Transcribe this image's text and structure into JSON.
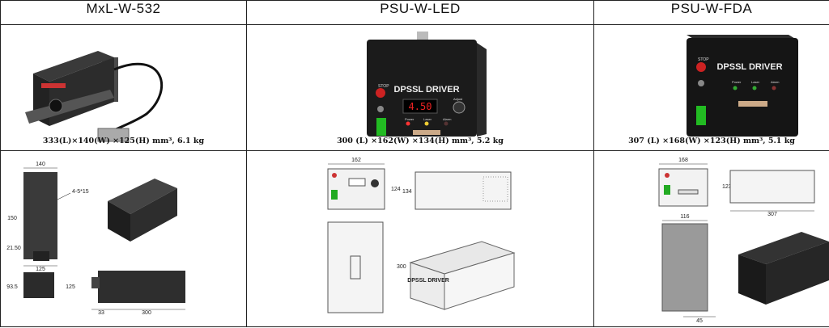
{
  "columns": [
    {
      "model": "MxL-W-532",
      "caption": "333(L)×140(W) ×125(H) mm³, 6.1 kg",
      "dims": {
        "width": "140",
        "hole": "4-5*15",
        "h150": "150",
        "h21": "21.50",
        "base": "125",
        "h93": "93.5",
        "h125": "125",
        "l33": "33",
        "l300": "300"
      }
    },
    {
      "model": "PSU-W-LED",
      "caption": "300 (L) ×162(W) ×134(H) mm³, 5.2 kg",
      "panel_label": "DPSSL DRIVER",
      "display_value": "4.50",
      "stop_label": "STOP",
      "adjust_label": "Adjust",
      "indicators": [
        "Power",
        "Laser",
        "Alarm"
      ],
      "dims": {
        "w162": "162",
        "h124": "124",
        "h134": "134",
        "l300": "300"
      }
    },
    {
      "model": "PSU-W-FDA",
      "caption": "307 (L) ×168(W) ×123(H) mm³, 5.1 kg",
      "panel_label": "DPSSL DRIVER",
      "stop_label": "STOP",
      "indicators": [
        "Power",
        "Laser",
        "Alarm"
      ],
      "dims": {
        "w168": "168",
        "h123": "123",
        "l307": "307",
        "w116": "116",
        "w45": "45"
      }
    }
  ]
}
